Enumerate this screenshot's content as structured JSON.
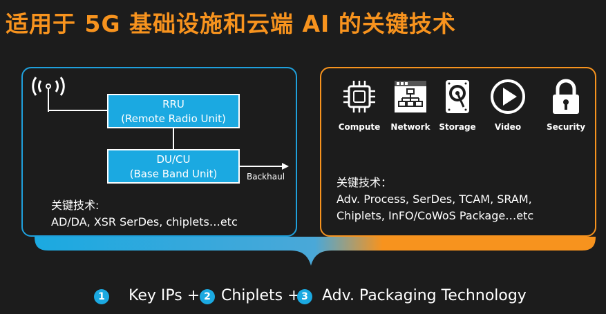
{
  "title": "适用于 5G 基础设施和云端 AI 的关键技术",
  "left_panel": {
    "rru": {
      "line1": "RRU",
      "line2": "(Remote Radio Unit)"
    },
    "du": {
      "line1": "DU/CU",
      "line2": "(Base Band Unit)"
    },
    "backhaul": "Backhaul",
    "key_tech_label": "关键技术:",
    "key_tech_text": "AD/DA, XSR SerDes, chiplets…etc"
  },
  "right_panel": {
    "icons": [
      {
        "icon": "compute-icon",
        "label": "Compute"
      },
      {
        "icon": "network-icon",
        "label": "Network"
      },
      {
        "icon": "storage-icon",
        "label": "Storage"
      },
      {
        "icon": "video-icon",
        "label": "Video"
      },
      {
        "icon": "security-icon",
        "label": "Security"
      }
    ],
    "key_tech_label": "关键技术：",
    "key_tech_line1": "Adv. Process, SerDes, TCAM, SRAM,",
    "key_tech_line2": "Chiplets, InFO/CoWoS Package…etc"
  },
  "bottom": {
    "items": [
      {
        "num": "1",
        "text": "Key IPs +"
      },
      {
        "num": "2",
        "text": "Chiplets +"
      },
      {
        "num": "3",
        "text": "Adv. Packaging Technology"
      }
    ]
  },
  "colors": {
    "accent_orange": "#f7931e",
    "accent_blue": "#1ba9e1",
    "background": "#1c1c1c"
  }
}
